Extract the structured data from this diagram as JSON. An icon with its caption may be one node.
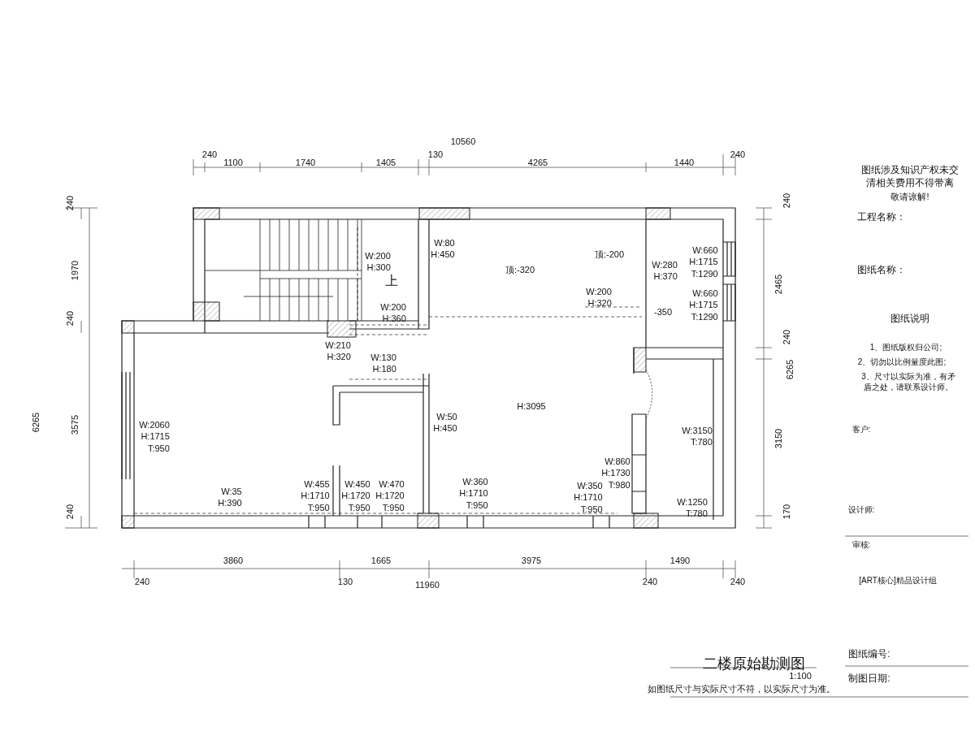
{
  "diagram": {
    "title": "二楼原始勘测图",
    "labels": [
      "10560",
      "240",
      "1100",
      "1740",
      "1405",
      "130",
      "4265",
      "1440",
      "240",
      "240",
      "1970",
      "240",
      "6265",
      "3575",
      "240",
      "240",
      "2465",
      "240",
      "6265",
      "3150",
      "170",
      "3860",
      "1665",
      "3975",
      "1490",
      "240",
      "130",
      "11960",
      "240",
      "240",
      "W:200 H:300",
      "上",
      "W:80 H:450",
      "顶:-320",
      "顶:-200",
      "W:280 H:370",
      "W:660 H:1715 T:1290",
      "W:200 H:320",
      "W:200 H:360",
      "-350",
      "W:660 H:1715 T:1290",
      "W:210 H:320",
      "W:130 H:180",
      "H:3095",
      "W:50 H:450",
      "W:2060 H:1715 T:950",
      "W:3150 T:780",
      "W:860 H:1730 T:980",
      "W:35 H:390",
      "W:455 H:1710 T:950",
      "W:450 H:1720 T:950",
      "W:470 H:1720 T:950",
      "W:360 H:1710 T:950",
      "W:350 H:1710 T:950",
      "W:1250 T:780",
      "图纸涉及知识产权未交清相关费用不得带离",
      "敬请谅解!",
      "工程名称：",
      "图纸名称：",
      "图纸说明",
      "1、图纸版权归公司;",
      "2、切勿以比例量度此图;",
      "3、尺寸以实际为准，有矛盾之处，请联系设计师。",
      "客户:",
      "设计师:",
      "审核:",
      "[ART核心]精品设计组",
      "图纸编号:",
      "制图日期:",
      "1:100",
      "如图纸尺寸与实际尺寸不符，以实际尺寸为准。"
    ]
  }
}
